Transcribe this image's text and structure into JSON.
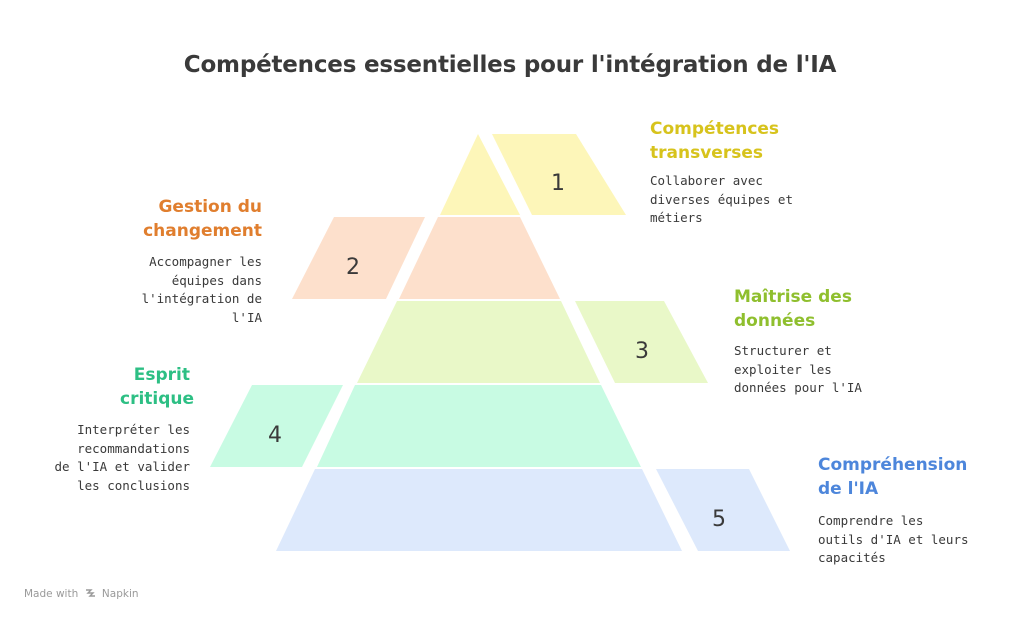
{
  "title": "Compétences essentielles pour l'intégration de l'IA",
  "levels": [
    {
      "number": "1",
      "heading": "Compétences transverses",
      "description": "Collaborer avec\ndiverses équipes et\nmétiers",
      "color": "#d7c31c",
      "fill": "#fdf6b9"
    },
    {
      "number": "2",
      "heading": "Gestion du changement",
      "description": "Accompagner les\néquipes dans\nl'intégration de\nl'IA",
      "color": "#e07e2e",
      "fill": "#fde0cc"
    },
    {
      "number": "3",
      "heading": "Maîtrise des données",
      "description": "Structurer et\nexploiter les\ndonnées pour l'IA",
      "color": "#8fbf2e",
      "fill": "#e9f8c8"
    },
    {
      "number": "4",
      "heading": "Esprit critique",
      "description": "Interpréter les\nrecommandations\nde l'IA et valider\nles conclusions",
      "color": "#2dbf84",
      "fill": "#c8fbe3"
    },
    {
      "number": "5",
      "heading": "Compréhension de l'IA",
      "description": "Comprendre les\noutils d'IA et leurs\ncapacités",
      "color": "#4d86db",
      "fill": "#dde9fc"
    }
  ],
  "footer": {
    "made_with": "Made with",
    "brand": "Napkin"
  }
}
